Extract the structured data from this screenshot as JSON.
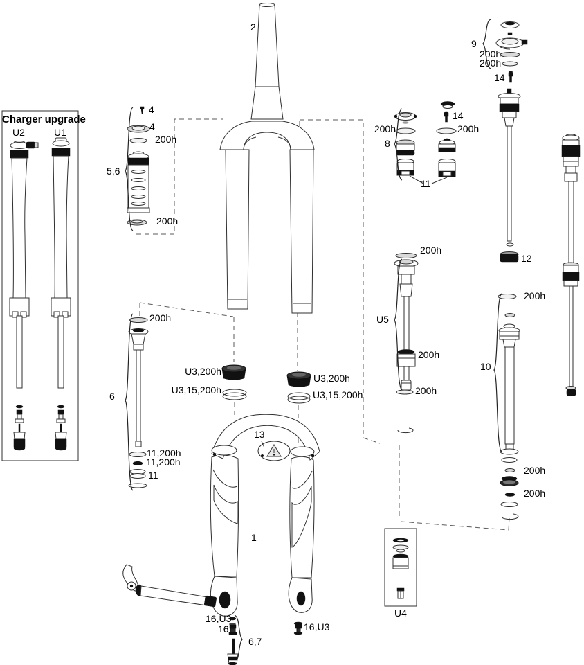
{
  "colors": {
    "ink": "#231f20",
    "background": "#ffffff"
  },
  "charger_box": {
    "title": "Charger upgrade",
    "left_label": "U2",
    "right_label": "U1"
  },
  "steerer": {
    "label": "2"
  },
  "air_top_group": {
    "screw_label": "4",
    "cap_label": "4",
    "top_seal_label": "200h",
    "group_label": "5,6",
    "bottom_seal_label": "200h"
  },
  "top_cap_group": {
    "group_label": "9",
    "seal1_label": "200h",
    "seal2_label": "200h",
    "screw_label": "14"
  },
  "bearing": {
    "label": "12"
  },
  "compression_group": {
    "left_seal_label": "200h",
    "group_label": "8",
    "screw_label": "14",
    "right_seal_label": "200h",
    "shared_label": "11"
  },
  "rebound_assembly": {
    "group_label": "U5",
    "top_seal_label": "200h",
    "piston_label": "200h",
    "bottom_seal_label": "200h"
  },
  "spring_shaft": {
    "group_label": "10",
    "top_seal_label": "200h",
    "mid_seal_label": "200h",
    "low_seal_label": "200h"
  },
  "air_shaft_group": {
    "top_seal_label": "200h",
    "group_label": "6",
    "seal1_label": "11,200h",
    "seal2_label": "11,200h",
    "part_label": "11"
  },
  "dust_seals": {
    "left_wiper_label": "U3,200h",
    "left_ring_label": "U3,15,200h",
    "right_wiper_label": "U3,200h",
    "right_ring_label": "U3,15,200h"
  },
  "lowers": {
    "label": "1",
    "decal_label": "13"
  },
  "foot_hardware": {
    "washer_label": "16,U3",
    "bolt_label": "16",
    "group_label": "6,7",
    "right_bolt_label": "16,U3"
  },
  "u4_box": {
    "label": "U4"
  }
}
